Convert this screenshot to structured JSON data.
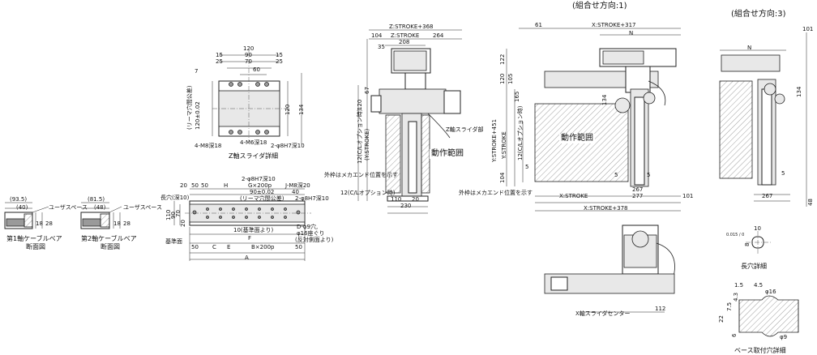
{
  "colors": {
    "ink": "#222222",
    "hatch": "#888888",
    "fill": "#e8e8e8",
    "dark": "#9a9a9a"
  },
  "cable_pair_1": {
    "dims": [
      "(93.5)",
      "(40)"
    ],
    "user_space": "ユーザスペース",
    "heights": [
      "18",
      "28"
    ],
    "caption_1": "第1軸ケーブルベア",
    "caption_2": "断面図"
  },
  "cable_pair_2": {
    "dims": [
      "(81.5)",
      "(48)"
    ],
    "user_space": "ユーザスペース",
    "heights": [
      "18",
      "28"
    ],
    "caption_1": "第2軸ケーブルベア",
    "caption_2": "断面図"
  },
  "z_slider": {
    "top_dims": [
      "120",
      "15",
      "90",
      "15",
      "25",
      "70",
      "25",
      "60",
      "7"
    ],
    "side_dims": [
      "120",
      "134"
    ],
    "reamer_label": "(リーマ穴間公差)",
    "reamer_value": "120±0.02",
    "holes_left": "4-M8深18",
    "holes_mid": "4-M6深18",
    "holes_right": "2-φ8H7深10",
    "caption": "Z軸スライダ詳細"
  },
  "base_plate": {
    "top_labels": [
      "20",
      "50",
      "50",
      "H",
      "2-φ8H7深10",
      "G×200p",
      "90±0.02",
      "(リーマ穴間公差)",
      "J-M8深20",
      "40",
      "2-φ8H7深10"
    ],
    "long_hole": "長穴(深10)",
    "left_dims": [
      "110",
      "90",
      "70",
      "20"
    ],
    "reference": "基準面",
    "ref_line": "10(基準面より)",
    "drill": "D-φ9穴,",
    "counter": "φ16座ぐり",
    "counter_note": "(反対側面より)",
    "bottom_labels": [
      "50",
      "C",
      "F",
      "E",
      "B×200p",
      "50",
      "A"
    ]
  },
  "side_view": {
    "top_dims": [
      "Z:STROKE+368",
      "104",
      "Z:STROKE",
      "264",
      "208",
      "35"
    ],
    "left_dims": [
      "67",
      "120",
      "12(C/Lオプション時)",
      "(Y:STROKE)"
    ],
    "z_slider_label": "Z軸スライダ部",
    "motion_area": "動作範囲",
    "outer_note": "外枠はメカエンド位置を示す",
    "option_note": "12(C/Lオプション時)",
    "bottom_dims": [
      "110",
      "20",
      "230"
    ]
  },
  "plan_view": {
    "header": "(組合せ方向:1)",
    "top_dims": [
      "61",
      "X:STROKE+317",
      "N"
    ],
    "left_dims": [
      "122",
      "120",
      "105",
      "165",
      "134",
      "Y:STROKE+451",
      "Y:STROKE",
      "12(C/Lオプション時)",
      "104",
      "5"
    ],
    "motion_area": "動作範囲",
    "outer_note": "外枠はメカエンド位置を示す",
    "bottom_dims": [
      "5",
      "5",
      "267",
      "X:STROKE",
      "277",
      "101",
      "X:STROKE+378"
    ],
    "x_slider_center": "X軸スライダセンター",
    "x_dim": "112"
  },
  "combo_3": {
    "header": "(組合せ方向:3)",
    "top_dims": [
      "N",
      "101"
    ],
    "side_dims": [
      "134",
      "5",
      "267",
      "48"
    ]
  },
  "long_hole_detail": {
    "dims": [
      "10",
      "8"
    ],
    "tolerance": "0.015 / 0",
    "caption": "長穴詳細"
  },
  "base_hole_detail": {
    "dims": [
      "1.5",
      "4.5",
      "φ16",
      "4.3",
      "7.5",
      "22",
      "6",
      "φ9"
    ],
    "caption": "ベース取付穴詳細"
  }
}
